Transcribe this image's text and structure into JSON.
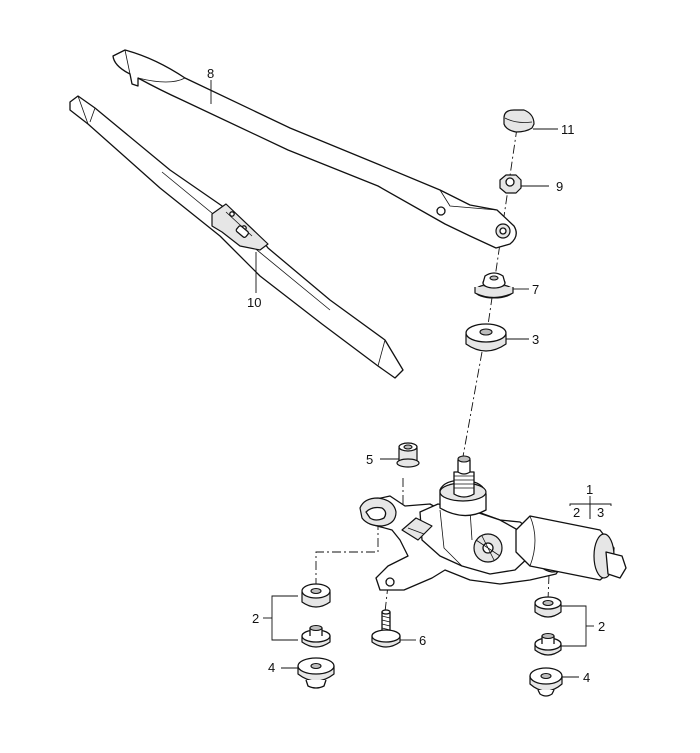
{
  "labels": {
    "arm": "8",
    "blade": "10",
    "cap": "11",
    "nut": "9",
    "washer_top": "7",
    "seal": "3",
    "sleeve": "5",
    "motor": "1",
    "motor_sub_a": "2",
    "motor_sub_b": "3",
    "bushing_left": "2",
    "washer_left": "4",
    "bolt": "6",
    "bushing_right": "2",
    "washer_right": "4"
  }
}
